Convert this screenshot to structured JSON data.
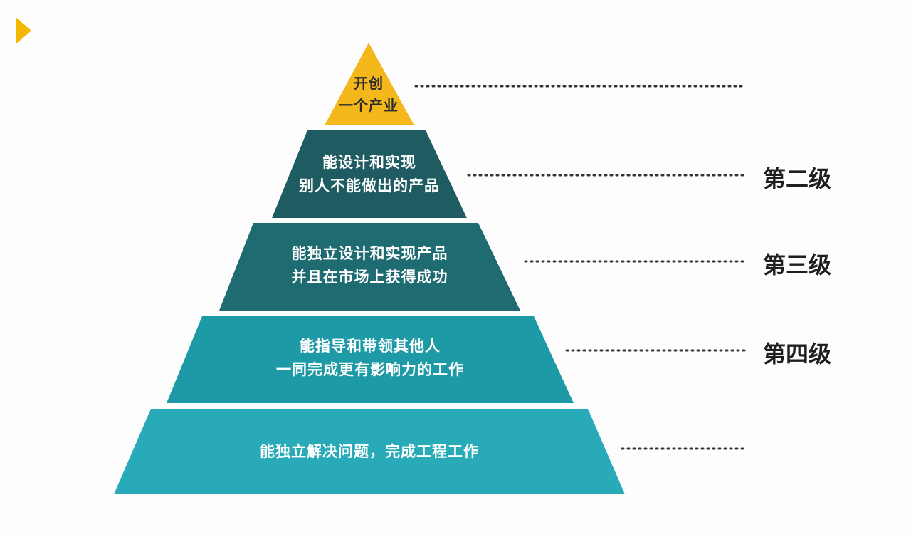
{
  "colors": {
    "tip": "#f4b81c",
    "layer2": "#1f5c62",
    "layer3": "#1f6b72",
    "layer4": "#1e9aa6",
    "layer5": "#29aab8",
    "dots": "#333333",
    "marker": "#f5b800"
  },
  "pyramid": {
    "layers": [
      {
        "line1": "开创",
        "line2": "一个产业"
      },
      {
        "line1": "能设计和实现",
        "line2": "别人不能做出的产品"
      },
      {
        "line1": "能独立设计和实现产品",
        "line2": "并且在市场上获得成功"
      },
      {
        "line1": "能指导和带领其他人",
        "line2": "一同完成更有影响力的工作"
      },
      {
        "line1": "能独立解决问题，完成工程工作",
        "line2": ""
      }
    ]
  },
  "levels": {
    "level2": "第二级",
    "level3": "第三级",
    "level4": "第四级"
  }
}
